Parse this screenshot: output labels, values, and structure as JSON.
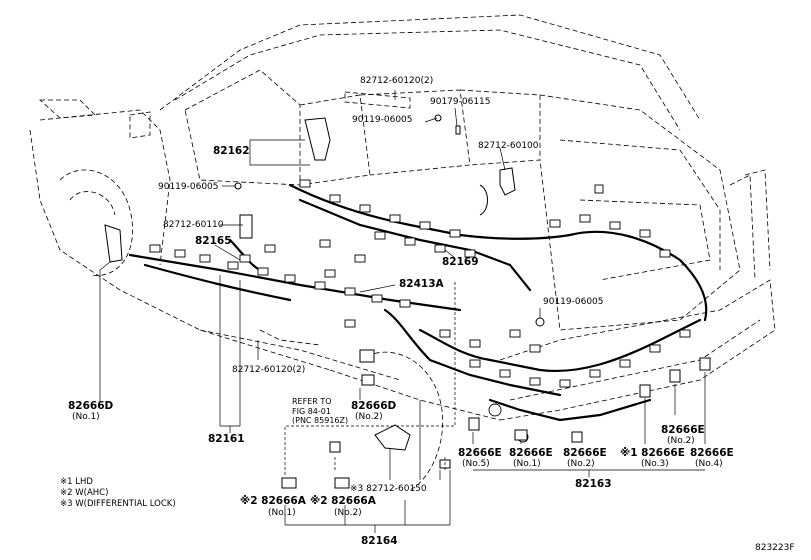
{
  "labels": {
    "p82712_60120_top": "82712-60120(2)",
    "p90179_06115": "90179-06115",
    "p90119_06005_top": "90119-06005",
    "p82712_60100": "82712-60100",
    "p82162": "82162",
    "p90119_06005_left": "90119-06005",
    "p82712_60110": "82712-60110",
    "p82165": "82165",
    "p82169": "82169",
    "p82413A": "82413A",
    "p90119_06005_right": "90119-06005",
    "p82712_60120_bottom": "82712-60120(2)",
    "p82666D_no1": "82666D",
    "p82666D_no1_sub": "(No.1)",
    "refer_to": "REFER TO",
    "fig": "FIG 84-01",
    "pnc": "(PNC 85916Z)",
    "p82666D_no2": "82666D",
    "p82666D_no2_sub": "(No.2)",
    "p82161": "82161",
    "p82666E_no5": "82666E",
    "p82666E_no5_sub": "(No.5)",
    "p82666E_no1": "82666E",
    "p82666E_no1_sub": "(No.1)",
    "p82666E_no2_a": "82666E",
    "p82666E_no2_a_sub": "(No.2)",
    "p82666E_no3": "※1 82666E",
    "p82666E_no3_sub": "(No.3)",
    "p82666E_no2_b": "82666E",
    "p82666E_no2_b_sub": "(No.2)",
    "p82666E_no4": "82666E",
    "p82666E_no4_sub": "(No.4)",
    "p82163": "82163",
    "p82712_60150": "※3 82712-60150",
    "p82666A_no1": "※2 82666A",
    "p82666A_no1_sub": "(No.1)",
    "p82666A_no2": "※2 82666A",
    "p82666A_no2_sub": "(No.2)",
    "p82164": "82164",
    "drawing_no": "823223F"
  },
  "legend": [
    "※1 LHD",
    "※2 W(AHC)",
    "※3 W(DIFFERENTIAL LOCK)"
  ]
}
